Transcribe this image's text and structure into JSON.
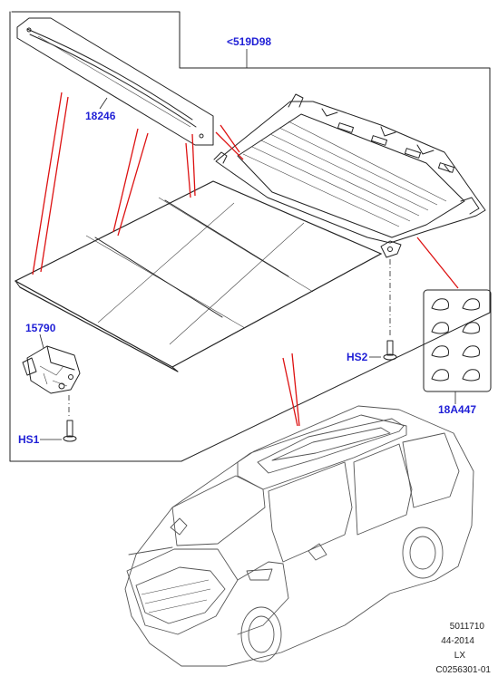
{
  "callouts": {
    "sunroof_assembly": "<519D98",
    "seal_strip": "18246",
    "motor": "15790",
    "screw_hs1": "HS1",
    "screw_hs2": "HS2",
    "clip_kit": "18A447"
  },
  "footer": {
    "line1": "5011710",
    "line2": "44-2014",
    "line3": "LX",
    "line4": "C0256301-01"
  }
}
